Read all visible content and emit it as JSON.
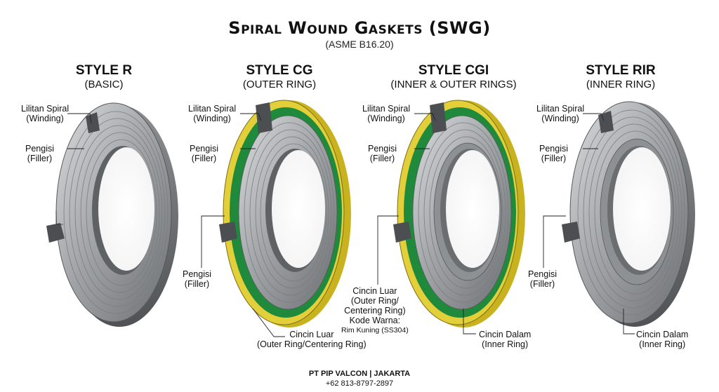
{
  "header": {
    "title": "Spiral Wound Gaskets (SWG)",
    "subtitle": "(ASME B16.20)"
  },
  "colors": {
    "steel": "#a9acae",
    "steel_dark": "#6f7275",
    "outer_ring_green": "#1f8a3b",
    "rim_yellow": "#d8c22a"
  },
  "styles": [
    {
      "name": "STYLE R",
      "subtitle": "(BASIC)",
      "labels": {
        "winding": [
          "Lilitan Spiral",
          "(Winding)"
        ],
        "filler": [
          "Pengisi",
          "(Filler)"
        ]
      }
    },
    {
      "name": "STYLE CG",
      "subtitle": "(OUTER RING)",
      "labels": {
        "winding": [
          "Lilitan Spiral",
          "(Winding)"
        ],
        "filler_top": [
          "Pengisi",
          "(Filler)"
        ],
        "filler_bottom": [
          "Pengisi",
          "(Filler)"
        ],
        "outer_ring": [
          "Cincin Luar",
          "(Outer Ring/Centering Ring)"
        ]
      }
    },
    {
      "name": "STYLE CGI",
      "subtitle": "(INNER & OUTER RINGS)",
      "labels": {
        "winding": [
          "Lilitan Spiral",
          "(Winding)"
        ],
        "filler": [
          "Pengisi",
          "(Filler)"
        ],
        "outer_ring": [
          "Cincin Luar",
          "(Outer Ring/",
          "Centering Ring)",
          "Kode Warna:",
          "Rim Kuning (SS304)"
        ],
        "inner_ring": [
          "Cincin Dalam",
          "(Inner Ring)"
        ]
      }
    },
    {
      "name": "STYLE RIR",
      "subtitle": "(INNER RING)",
      "labels": {
        "winding": [
          "Lilitan Spiral",
          "(Winding)"
        ],
        "filler_top": [
          "Pengisi",
          "(Filler)"
        ],
        "filler_bottom": [
          "Pengisi",
          "(Filler)"
        ],
        "inner_ring": [
          "Cincin Dalam",
          "(Inner Ring)"
        ]
      }
    }
  ],
  "footer": {
    "company": "PT PIP VALCON | JAKARTA",
    "phone": "+62 813-8797-2897"
  }
}
